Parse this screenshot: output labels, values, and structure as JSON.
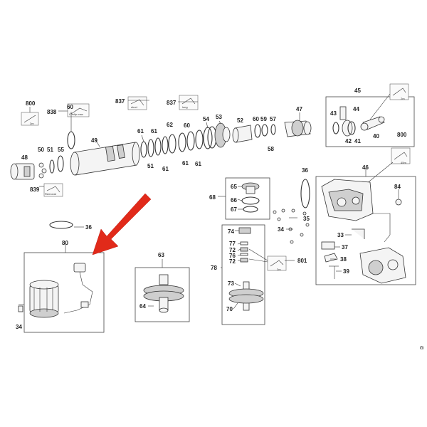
{
  "diagram": {
    "part_numbers": [
      "800",
      "838",
      "837",
      "837",
      "45",
      "60",
      "61",
      "62",
      "60",
      "54",
      "53",
      "52",
      "60",
      "59",
      "57",
      "47",
      "43",
      "44",
      "50",
      "51",
      "55",
      "49",
      "61",
      "51",
      "61",
      "61",
      "61",
      "58",
      "42",
      "41",
      "40",
      "48",
      "839",
      "800",
      "36",
      "46",
      "84",
      "68",
      "65",
      "66",
      "67",
      "35",
      "36",
      "80",
      "63",
      "34",
      "74",
      "77",
      "72",
      "76",
      "72",
      "33",
      "37",
      "801",
      "38",
      "39",
      "78",
      "73",
      "64",
      "70",
      "34"
    ],
    "tool_notes": {
      "n800a": "3m",
      "n838": "Circlip max",
      "n837a": "short",
      "n837b": "long",
      "n839": "Removal",
      "n45": "2m",
      "n800b": "45m",
      "n801": "3m"
    },
    "edge_mark": "©"
  }
}
